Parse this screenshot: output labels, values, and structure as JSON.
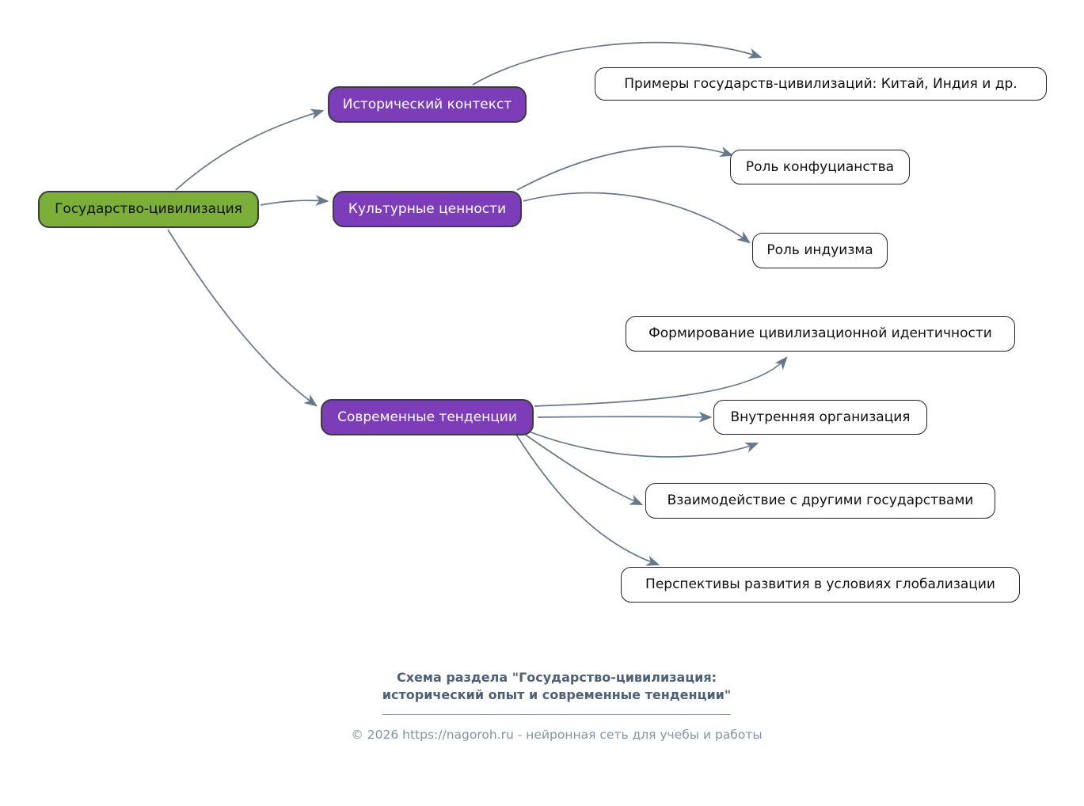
{
  "diagram": {
    "root": {
      "label": "Государство-цивилизация"
    },
    "branches": [
      {
        "label": "Исторический контекст",
        "children": [
          {
            "label": "Примеры государств-цивилизаций: Китай, Индия и др."
          }
        ]
      },
      {
        "label": "Культурные ценности",
        "children": [
          {
            "label": "Роль конфуцианства"
          },
          {
            "label": "Роль индуизма"
          }
        ]
      },
      {
        "label": "Современные тенденции",
        "children": [
          {
            "label": "Формирование цивилизационной идентичности"
          },
          {
            "label": "Внутренняя организация"
          },
          {
            "label": "Взаимодействие с другими государствами"
          },
          {
            "label": "Перспективы развития в условиях глобализации"
          }
        ]
      }
    ]
  },
  "footer": {
    "title_line1": "Схема раздела \"Государство-цивилизация:",
    "title_line2": "исторический опыт и современные тенденции\"",
    "copyright": "© 2026 https://nagoroh.ru - нейронная сеть для учебы и работы"
  },
  "colors": {
    "root_bg": "#7cae3a",
    "root_border": "#3c3c3c",
    "branch_bg": "#7d3db9",
    "branch_border": "#3c3c3c",
    "leaf_border": "#222222",
    "edge_color": "#66788c",
    "footer_title": "#4e6078",
    "footer_muted": "#8294a8"
  }
}
